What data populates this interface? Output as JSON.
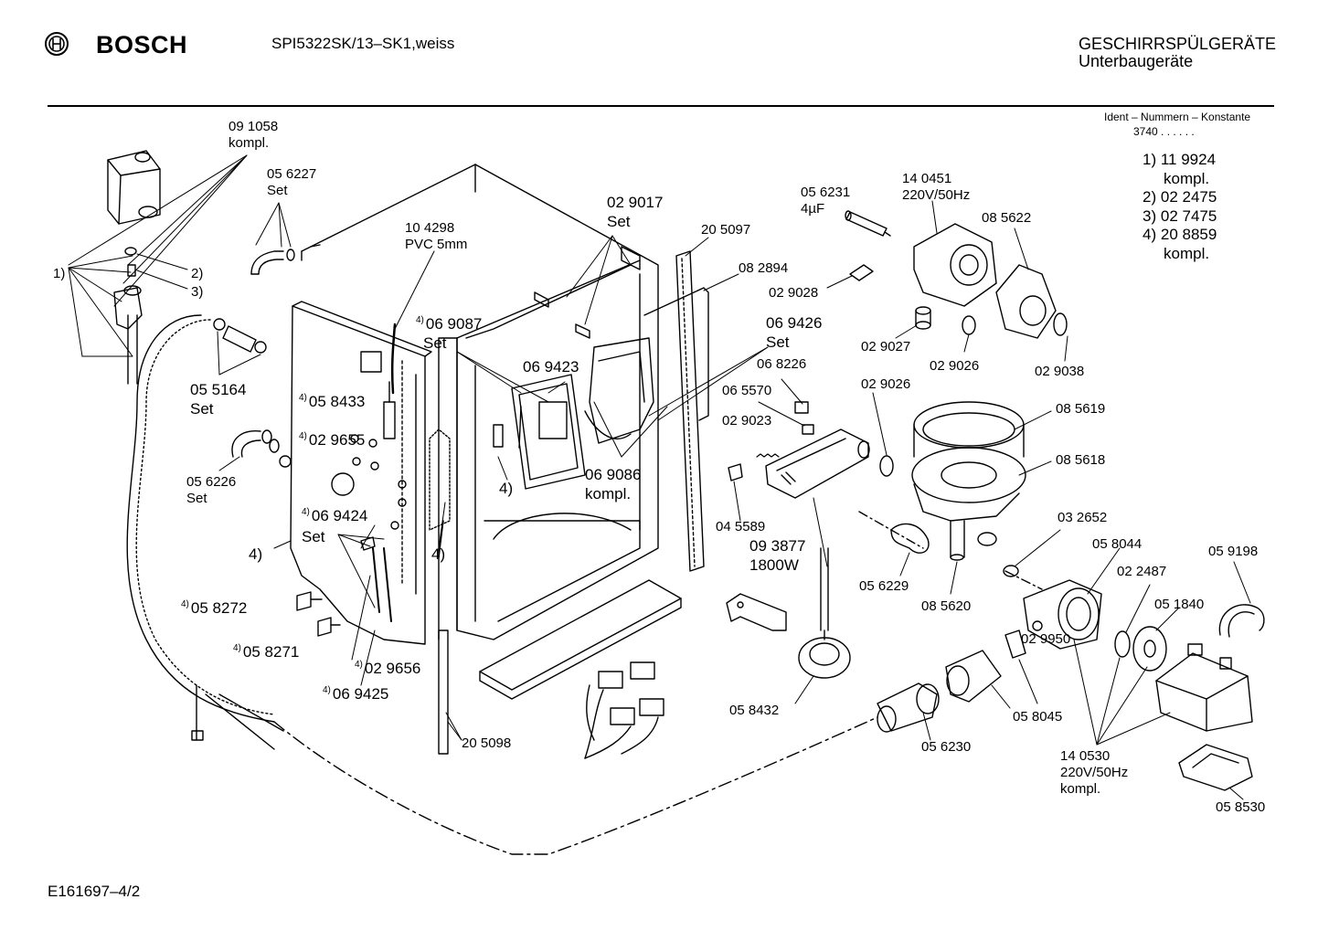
{
  "header": {
    "brand": "BOSCH",
    "model": "SPI5322SK/13–SK1,weiss",
    "category_line1": "GESCHIRRSPÜLGERÄTE",
    "category_line2": "Unterbaugeräte",
    "ident_label": "Ident – Nummern – Konstante",
    "ident_value": "3740 . .  . . . ."
  },
  "notes": [
    {
      "num": "1)",
      "text": "11 9924",
      "extra": "kompl."
    },
    {
      "num": "2)",
      "text": "02 2475",
      "extra": ""
    },
    {
      "num": "3)",
      "text": "02 7475",
      "extra": ""
    },
    {
      "num": "4)",
      "text": "20 8859",
      "extra": "kompl."
    }
  ],
  "footer": {
    "drawing_id": "E161697–4/2"
  },
  "parts": {
    "p091058": "09 1058",
    "p091058b": "kompl.",
    "p056227": "05 6227",
    "p056227b": "Set",
    "p104298": "10 4298",
    "p104298b": "PVC 5mm",
    "p029017": "02 9017",
    "p029017b": "Set",
    "p205097": "20 5097",
    "p056231": "05 6231",
    "p056231b": "4µF",
    "p140451": "14 0451",
    "p140451b": "220V/50Hz",
    "p085622": "08 5622",
    "p082894": "08 2894",
    "p029028": "02 9028",
    "m1": "1)",
    "m2": "2)",
    "m3": "3)",
    "p069087": "06 9087",
    "p069087b": "Set",
    "p069426": "06 9426",
    "p069426b": "Set",
    "p029027": "02 9027",
    "p029026a": "02 9026",
    "p029038": "02 9038",
    "p055164": "05 5164",
    "p055164b": "Set",
    "p058433": "05 8433",
    "p069423": "06 9423",
    "p068226": "06 8226",
    "p029026b": "02 9026",
    "p065570": "06 5570",
    "p085619": "08 5619",
    "p029655": "02 9655",
    "p029023": "02 9023",
    "p085618": "08 5618",
    "p056226": "05 6226",
    "p056226b": "Set",
    "p069086": "06 9086",
    "p069086b": "kompl.",
    "m4a": "4)",
    "p069424": "06 9424",
    "p069424b": "Set",
    "p045589": "04 5589",
    "p032652": "03 2652",
    "p093877": "09 3877",
    "p093877b": "1800W",
    "p058044": "05 8044",
    "p059198": "05 9198",
    "m4b": "4)",
    "m4c": "4)",
    "p022487": "02 2487",
    "p056229": "05 6229",
    "p051840": "05 1840",
    "p085620": "08 5620",
    "p058272": "05 8272",
    "p058271": "05 8271",
    "p029950": "02 9950",
    "p029656": "02 9656",
    "p058432": "05 8432",
    "p058045": "05 8045",
    "p069425": "06 9425",
    "p205098": "20 5098",
    "p056230": "05 6230",
    "p140530": "14 0530",
    "p140530b": "220V/50Hz",
    "p140530c": "kompl.",
    "p058530": "05 8530",
    "sup4": "4)"
  }
}
